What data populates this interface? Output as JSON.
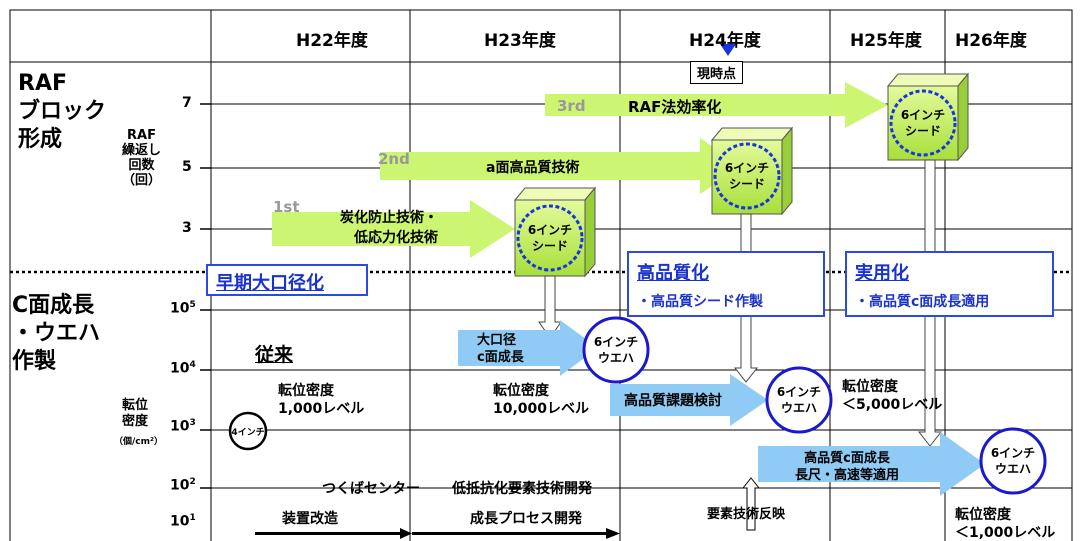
{
  "header": {
    "years": [
      "H22年度",
      "H23年度",
      "H24年度",
      "H25年度",
      "H26年度"
    ],
    "now_label": "現時点"
  },
  "raf": {
    "title": "RAF\nブロック\n形成",
    "axis_label": "RAF\n繰返し\n回数\n（回）",
    "ticks": [
      "7",
      "5",
      "3"
    ],
    "steps": [
      {
        "tag": "1st",
        "label": "炭化防止技術・\n低応力化技術"
      },
      {
        "tag": "2nd",
        "label": "a面高品質技術"
      },
      {
        "tag": "3rd",
        "label": "RAF法効率化"
      }
    ],
    "cube_label": "6インチ\nシード"
  },
  "growth": {
    "title": "C面成長\n・ウエハ\n作製",
    "axis_label": "転位\n密度",
    "axis_unit": "（個/cm²）",
    "ticks": [
      {
        "base": "10",
        "exp": "5"
      },
      {
        "base": "10",
        "exp": "4"
      },
      {
        "base": "10",
        "exp": "3"
      },
      {
        "base": "10",
        "exp": "2"
      },
      {
        "base": "10",
        "exp": "1"
      }
    ]
  },
  "phases": {
    "early": "早期大口径化",
    "quality_title": "高品質化",
    "quality_sub": "・高品質シード作製",
    "practical_title": "実用化",
    "practical_sub": "・高品質c面成長適用"
  },
  "labels": {
    "conventional": "従来",
    "density_1000": "転位密度\n1,000レベル",
    "density_10000": "転位密度\n10,000レベル",
    "density_5000": "転位密度\n＜5,000レベル",
    "density_final": "転位密度\n＜1,000レベル",
    "large_diameter": "大口径\nc面成長",
    "quality_study": "高品質課題検討",
    "hq_growth": "高品質c面成長\n長尺・高速等適用",
    "tsukuba": "つくばセンター",
    "low_resist": "低抵抗化要素技術開発",
    "device_mod": "装置改造",
    "process_dev": "成長プロセス開発",
    "feedback": "要素技術反映"
  },
  "wafers": {
    "w4": "4インチ",
    "w6": "6インチ\nウエハ"
  },
  "colors": {
    "green": "#ccf571",
    "blue_arrow": "#8fcbf5",
    "circle": "#1a1acc",
    "box_border": "#2a4be0"
  }
}
